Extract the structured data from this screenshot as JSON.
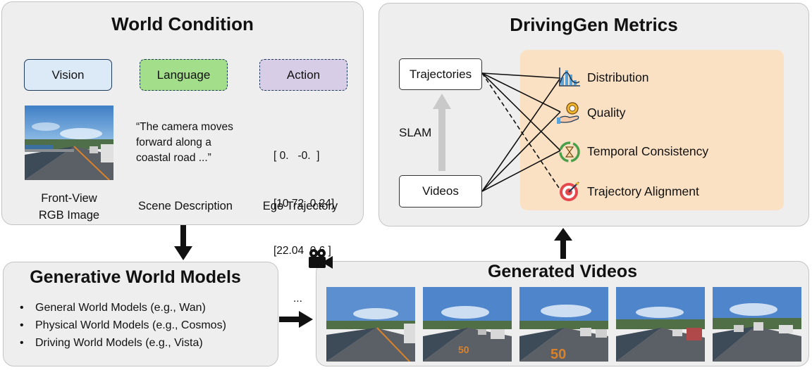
{
  "world_condition": {
    "title": "World Condition",
    "vision_label": "Vision",
    "language_label": "Language",
    "action_label": "Action",
    "scene_text": [
      "“The camera moves",
      "forward along a",
      "coastal road ...”"
    ],
    "trajectory_rows": [
      "[ 0.   -0.  ]",
      "[10.72  0.24]",
      "[22.04  0.6 ]",
      "..."
    ],
    "caption_image": [
      "Front-View",
      "RGB Image"
    ],
    "caption_scene": "Scene Description",
    "caption_trajectory": "Ego Trajectory"
  },
  "metrics": {
    "title": "DrivingGen Metrics",
    "trajectories_label": "Trajectories",
    "videos_label": "Videos",
    "slam_label": "SLAM",
    "items": [
      {
        "label": "Distribution",
        "icon": "distribution-chart-icon"
      },
      {
        "label": "Quality",
        "icon": "quality-medal-icon"
      },
      {
        "label": "Temporal Consistency",
        "icon": "hourglass-cycle-icon"
      },
      {
        "label": "Trajectory Alignment",
        "icon": "target-icon"
      }
    ]
  },
  "generative": {
    "title": "Generative World Models",
    "items": [
      "General World Models (e.g., Wan)",
      "Physical World Models (e.g., Cosmos)",
      "Driving World Models (e.g., Vista)"
    ]
  },
  "generated": {
    "title": "Generated Videos"
  },
  "colors": {
    "vision_fill": "#dceaf7",
    "vision_border": "#1f3b5a",
    "language_fill": "#a3de8b",
    "action_fill": "#d8cde6",
    "metrics_area": "#fbe1c3",
    "panel": "#eeeeee"
  }
}
